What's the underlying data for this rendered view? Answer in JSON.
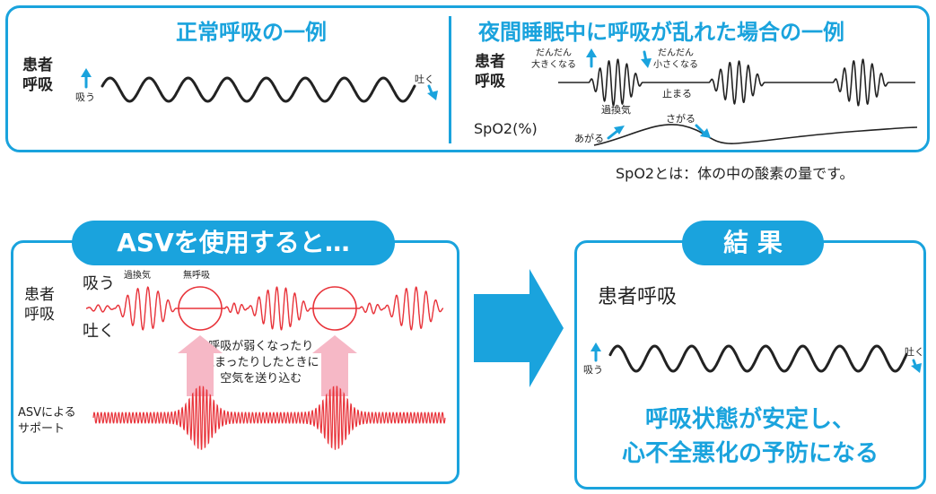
{
  "normal": {
    "title": "正常呼吸の一例",
    "patient_label": "患者\n呼吸",
    "inhale": "吸う",
    "exhale": "吐く"
  },
  "disturbed": {
    "title": "夜間睡眠中に呼吸が乱れた場合の一例",
    "patient_label": "患者\n呼吸",
    "growing": "だんだん\n大きくなる",
    "shrinking": "だんだん\n小さくなる",
    "stops": "止まる",
    "hyperventilation": "過換気",
    "spo2_label": "SpO2(%)",
    "rises": "あがる",
    "falls": "さがる"
  },
  "spo2_note": "SpO2とは：体の中の酸素の量です。",
  "asv": {
    "title": "ASVを使用すると…",
    "patient_label": "患者\n呼吸",
    "inhale": "吸う",
    "exhale": "吐く",
    "hyperventilation": "過換気",
    "apnea": "無呼吸",
    "explanation": "呼吸が弱くなったり\n止まったりしたときに\n空気を送り込む",
    "support_label": "ASVによる\nサポート"
  },
  "result": {
    "title": "結 果",
    "patient_breathing": "患者呼吸",
    "inhale": "吸う",
    "exhale": "吐く",
    "message": "呼吸状態が安定し、\n心不全悪化の予防になる"
  },
  "colors": {
    "accent": "#1aa3dd",
    "wave_red": "#e8333a",
    "arrow_pink": "#f6b8c6"
  }
}
